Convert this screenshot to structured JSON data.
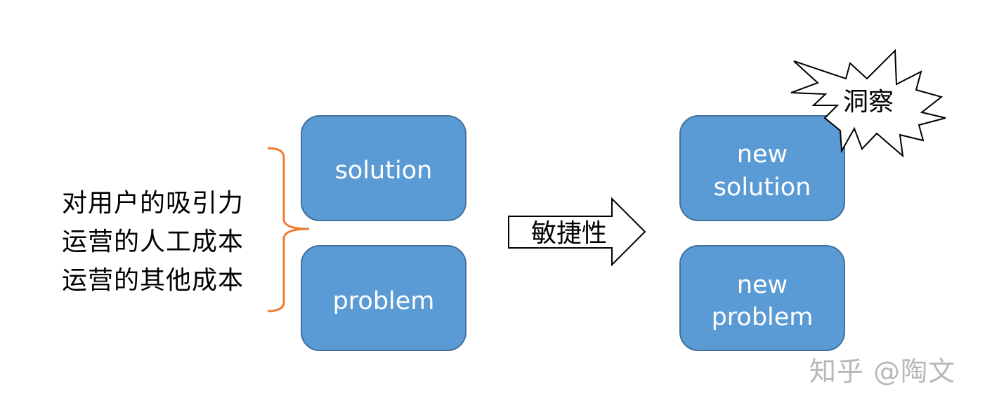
{
  "factors": [
    "对用户的吸引力",
    "运营的人工成本",
    "运营的其他成本"
  ],
  "boxes": {
    "solution": [
      "solution"
    ],
    "problem": [
      "problem"
    ],
    "new_solution": [
      "new",
      "solution"
    ],
    "new_problem": [
      "new",
      "problem"
    ]
  },
  "arrow_label": "敏捷性",
  "burst_label": "洞察",
  "watermark": "知乎 @陶文",
  "colors": {
    "box_fill": "#5b9bd5",
    "box_stroke": "#41719c",
    "brace": "#ed7d31",
    "text_on_box": "#ffffff"
  }
}
